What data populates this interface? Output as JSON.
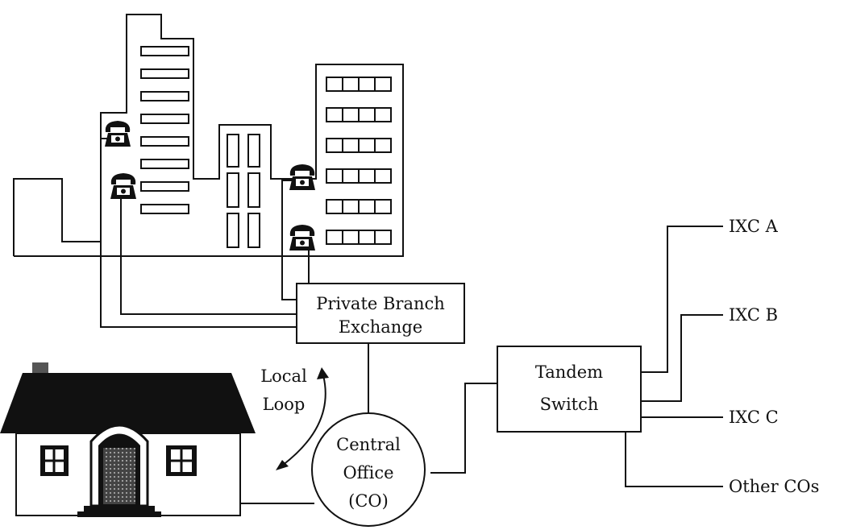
{
  "labels": {
    "pbx_line1": "Private Branch",
    "pbx_line2": "Exchange",
    "tandem_line1": "Tandem",
    "tandem_line2": "Switch",
    "co_line1": "Central",
    "co_line2": "Office",
    "co_line3": "(CO)",
    "local_loop_line1": "Local",
    "local_loop_line2": "Loop",
    "ixc_a": "IXC A",
    "ixc_b": "IXC B",
    "ixc_c": "IXC C",
    "other_cos": "Other COs"
  },
  "icons": {
    "telephone": "telephone-icon",
    "house": "house-icon",
    "office_building": "office-building-icon"
  },
  "colors": {
    "ink": "#111111",
    "background": "#ffffff"
  }
}
